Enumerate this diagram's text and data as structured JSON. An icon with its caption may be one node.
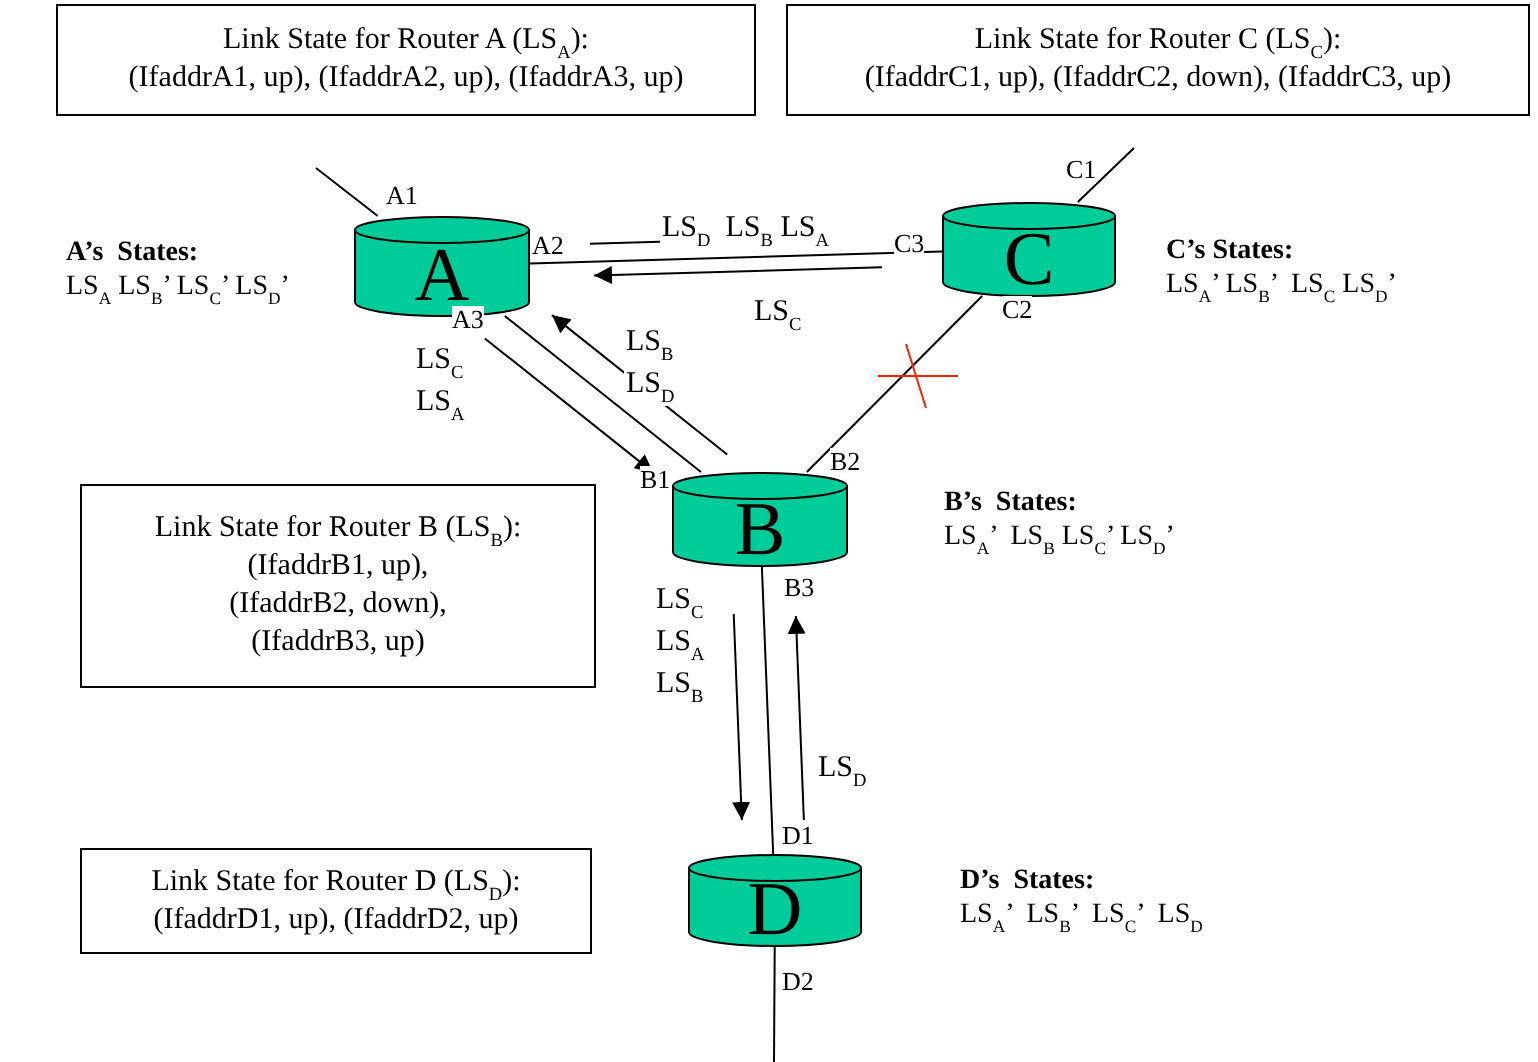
{
  "diagram": {
    "nodes": [
      {
        "text": [
          "Link State for Router A (LS$_{A}$):",
          "(IfaddrA1, up), (IfaddrA2, up), (IfaddrA3, up)"
        ]
      },
      {
        "text": [
          "Link State for Router C (LS$_{C}$):",
          "(IfaddrC1, up), (IfaddrC2, down), (IfaddrC3, up)"
        ]
      },
      {
        "text": [
          "Link State for Router B (LS$_{B}$):",
          "(IfaddrB1, up),",
          "(IfaddrB2, down),",
          "(IfaddrB3, up)"
        ]
      },
      {
        "text": [
          "Link State for Router D (LS$_{D}$):",
          "(IfaddrD1, up), (IfaddrD2, up)"
        ]
      },
      {
        "text": [
          "A"
        ],
        "beside": [
          "A’s  States:",
          "LS$_{A}$ LS$_{B}$’ LS$_{C}$’ LS$_{D}$’"
        ]
      },
      {
        "text": [
          "C"
        ],
        "beside": [
          "C’s States:",
          "LS$_{A}$’ LS$_{B}$’  LS$_{C}$ LS$_{D}$’"
        ]
      },
      {
        "text": [
          "B"
        ],
        "beside": [
          "B’s  States:",
          "LS$_{A}$’  LS$_{B}$ LS$_{C}$’ LS$_{D}$’"
        ]
      },
      {
        "text": [
          "D"
        ],
        "beside": [
          "D’s  States:",
          "LS$_{A}$’  LS$_{B}$’  LS$_{C}$’  LS$_{D}$"
        ]
      }
    ],
    "edges": [
      {
        "from": 4,
        "to": 5,
        "arrow": "to",
        "label": "LS$_{D}$  LS$_{B}$ LS$_{A}$"
      },
      {
        "from": 5,
        "to": 4,
        "arrow": "to",
        "label": "LS$_{C}$"
      },
      {
        "from": 4,
        "to": 5,
        "arrow": "none"
      },
      {
        "from": 4,
        "to": 6,
        "arrow": "to",
        "label": "LS$_{C}$ LS$_{A}$"
      },
      {
        "from": 6,
        "to": 4,
        "arrow": "to",
        "label": "LS$_{B}$ LS$_{D}$"
      },
      {
        "from": 4,
        "to": 6,
        "arrow": "none"
      },
      {
        "from": 5,
        "to": 6,
        "arrow": "none"
      },
      {
        "from": 6,
        "to": 7,
        "arrow": "to",
        "label": "LS$_{C}$ LS$_{A}$ LS$_{B}$"
      },
      {
        "from": 7,
        "to": 6,
        "arrow": "to",
        "label": "LS$_{D}$"
      },
      {
        "from": 6,
        "to": 7,
        "arrow": "none"
      },
      {
        "from": 4,
        "to": null,
        "arrow": "none"
      },
      {
        "from": 5,
        "to": null,
        "arrow": "none"
      },
      {
        "from": 7,
        "to": null,
        "arrow": "none"
      }
    ],
    "labels": [
      "A1",
      "A2",
      "A3",
      "C1",
      "C3",
      "C2",
      "B1",
      "B2",
      "B3",
      "D1",
      "D2"
    ]
  }
}
